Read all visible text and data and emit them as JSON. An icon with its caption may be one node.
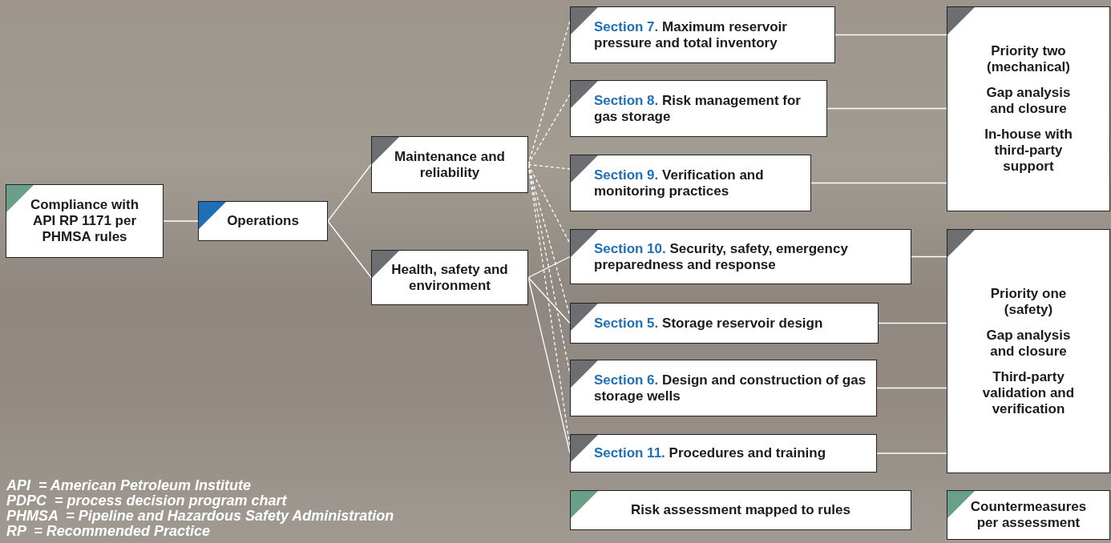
{
  "diagram": {
    "nodes": [
      {
        "text": [
          "Compliance with API RP 1171 per PHMSA rules"
        ]
      },
      {
        "text": [
          "Operations"
        ]
      },
      {
        "text": [
          "Maintenance and reliability"
        ]
      },
      {
        "text": [
          "Health, safety and environment"
        ]
      },
      {
        "text": [
          "Section 7.",
          "Maximum reservoir pressure and total inventory"
        ]
      },
      {
        "text": [
          "Section 8.",
          "Risk management for gas storage"
        ]
      },
      {
        "text": [
          "Section 9.",
          "Verification and monitoring practices"
        ]
      },
      {
        "text": [
          "Section 10.",
          "Security, safety, emergency preparedness and response"
        ]
      },
      {
        "text": [
          "Section 5.",
          "Storage reservoir design"
        ]
      },
      {
        "text": [
          "Section 6.",
          "Design and construction of gas storage wells"
        ]
      },
      {
        "text": [
          "Section 11.",
          "Procedures and training"
        ]
      },
      {
        "text": [
          "Priority two (mechanical)",
          "Gap analysis and closure",
          "In-house with third-party support"
        ]
      },
      {
        "text": [
          "Priority one (safety)",
          "Gap analysis and closure",
          "Third-party validation and verification"
        ]
      },
      {
        "text": [
          "Risk assessment mapped to rules"
        ]
      },
      {
        "text": [
          "Countermeasures per assessment"
        ]
      }
    ],
    "edges": [
      {
        "from": 0,
        "to": 1,
        "arrow": "none"
      },
      {
        "from": 1,
        "to": 2,
        "arrow": "none"
      },
      {
        "from": 1,
        "to": 3,
        "arrow": "none"
      },
      {
        "from": 2,
        "to": 4,
        "arrow": "none",
        "style": "dashed"
      },
      {
        "from": 2,
        "to": 5,
        "arrow": "none",
        "style": "dashed"
      },
      {
        "from": 2,
        "to": 6,
        "arrow": "none",
        "style": "dashed"
      },
      {
        "from": 2,
        "to": 7,
        "arrow": "none",
        "style": "dashed"
      },
      {
        "from": 2,
        "to": 8,
        "arrow": "none",
        "style": "dashed"
      },
      {
        "from": 2,
        "to": 9,
        "arrow": "none",
        "style": "dashed"
      },
      {
        "from": 2,
        "to": 10,
        "arrow": "none",
        "style": "dashed"
      },
      {
        "from": 3,
        "to": 7,
        "arrow": "none"
      },
      {
        "from": 3,
        "to": 8,
        "arrow": "none"
      },
      {
        "from": 3,
        "to": 10,
        "arrow": "none"
      },
      {
        "from": 4,
        "to": 11,
        "arrow": "none"
      },
      {
        "from": 5,
        "to": 11,
        "arrow": "none"
      },
      {
        "from": 6,
        "to": 11,
        "arrow": "none"
      },
      {
        "from": 7,
        "to": 12,
        "arrow": "none"
      },
      {
        "from": 8,
        "to": 12,
        "arrow": "none"
      },
      {
        "from": 9,
        "to": 12,
        "arrow": "none"
      },
      {
        "from": 10,
        "to": 12,
        "arrow": "none"
      }
    ],
    "labels": [
      "API  = American Petroleum Institute",
      "PDPC  = process decision program chart",
      "PHMSA  = Pipeline and Hazardous Safety Administration",
      "RP  = Recommended Practice"
    ]
  }
}
